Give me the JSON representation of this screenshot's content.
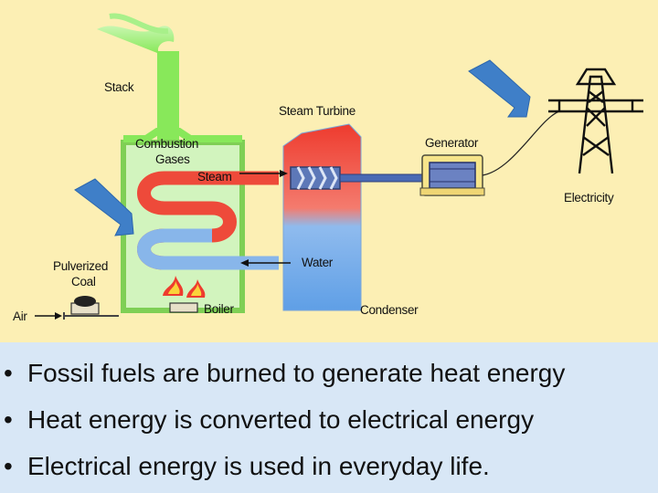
{
  "diagram": {
    "labels": {
      "stack": "Stack",
      "combustion_gases_line1": "Combustion",
      "combustion_gases_line2": "Gases",
      "steam_turbine": "Steam Turbine",
      "generator": "Generator",
      "steam": "Steam",
      "water": "Water",
      "electricity": "Electricity",
      "pulverized_coal_line1": "Pulverized",
      "pulverized_coal_line2": "Coal",
      "boiler": "Boiler",
      "air": "Air",
      "condenser": "Condenser"
    },
    "colors": {
      "background": "#fcefb4",
      "stack_green": "#88e85a",
      "steam_red": "#ee4a3a",
      "water_blue": "#6aa6e6",
      "pointer_arrow": "#3f7fc8"
    }
  },
  "bullets": [
    "Fossil fuels are burned to generate heat energy",
    "Heat energy is converted to electrical energy",
    "Electrical energy is used in everyday life."
  ]
}
